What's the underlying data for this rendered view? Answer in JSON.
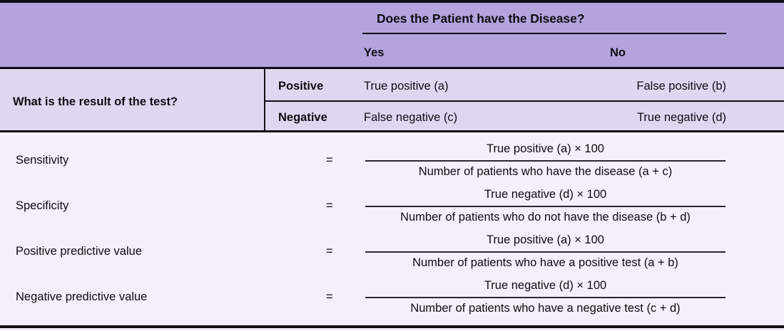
{
  "table": {
    "super_header": "Does the Patient have the Disease?",
    "column_headers": [
      "Yes",
      "No"
    ],
    "stub_header": "What is the result of the test?",
    "row_headers": [
      "Positive",
      "Negative"
    ],
    "cells": [
      [
        "True positive (a)",
        "False positive (b)"
      ],
      [
        "False negative (c)",
        "True negative (d)"
      ]
    ]
  },
  "formulas": [
    {
      "label": "Sensitivity",
      "equals": "=",
      "numerator": "True positive (a) × 100",
      "denominator": "Number of patients who have the disease (a + c)"
    },
    {
      "label": "Specificity",
      "equals": "=",
      "numerator": "True negative (d) × 100",
      "denominator": "Number of patients who do not have the disease (b + d)"
    },
    {
      "label": "Positive predictive value",
      "equals": "=",
      "numerator": "True positive (a) × 100",
      "denominator": "Number of patients who have a positive test (a + b)"
    },
    {
      "label": "Negative predictive value",
      "equals": "=",
      "numerator": "True negative (d) × 100",
      "denominator": "Number of patients who have a negative test (c + d)"
    }
  ],
  "colors": {
    "header_band": "#b5a3de",
    "body_band": "#e1d6f0",
    "calc_band": "#f4effa",
    "rule": "#100e14",
    "text": "#0e0c12"
  }
}
